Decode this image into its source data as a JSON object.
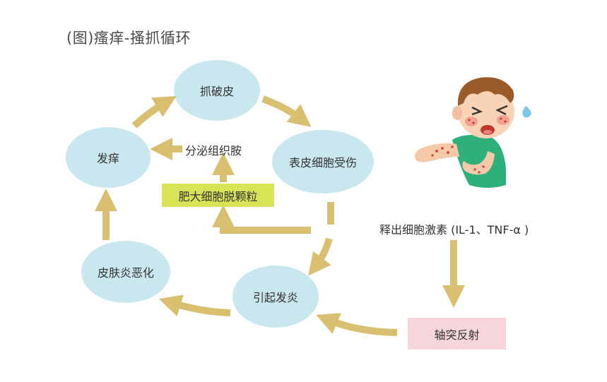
{
  "title": "(图)瘙痒-搔抓循环",
  "nodes": {
    "scratch": "抓破皮",
    "itch": "发痒",
    "epidermal_damage": "表皮细胞受伤",
    "skin_worsens": "皮肤炎恶化",
    "inflammation": "引起发炎"
  },
  "labels": {
    "secrete_histamine": "分泌组织胺",
    "mast_cell": "肥大细胞脱颗粒",
    "release_cytokines": "释出细胞激素 (IL-1、TNF-α )",
    "axon_reflex": "轴突反射"
  },
  "colors": {
    "circle_fill": "#c9e7ee",
    "arrow": "#d8c070",
    "mast_box": "#d8e455",
    "reflex_box": "#f6d6da",
    "background": "#ffffff"
  },
  "illustration": "crying-child-scratching-arm"
}
